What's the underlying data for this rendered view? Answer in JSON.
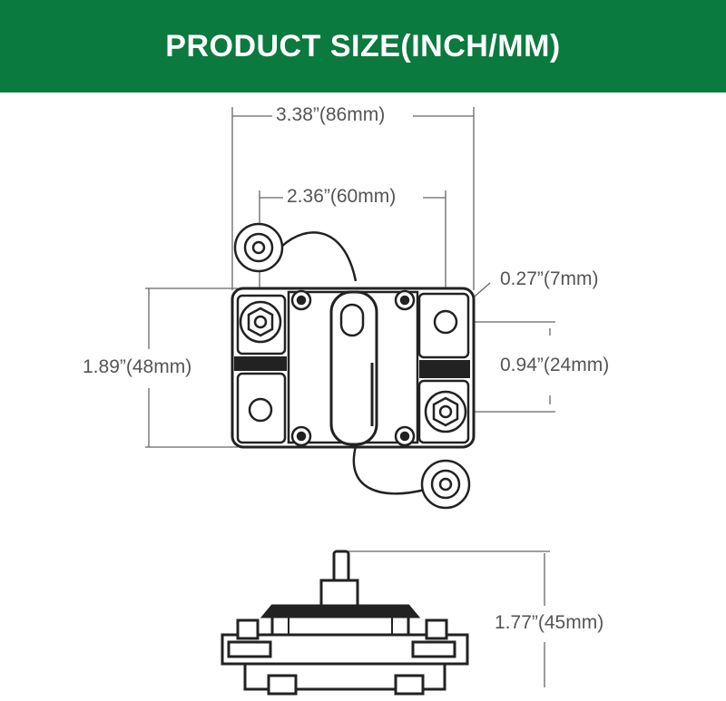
{
  "header": {
    "title": "PRODUCT SIZE(INCH/MM)",
    "bg_color": "#0a7a3e"
  },
  "dimensions": {
    "overall_width": "3.38”(86mm)",
    "mount_spacing": "2.36”(60mm)",
    "hole_diameter": "0.27”(7mm)",
    "height": "1.89”(48mm)",
    "terminal_spacing": "0.94”(24mm)",
    "depth": "1.77”(45mm)"
  },
  "colors": {
    "line": "#222222",
    "dim_line": "#666666",
    "text": "#555555"
  }
}
